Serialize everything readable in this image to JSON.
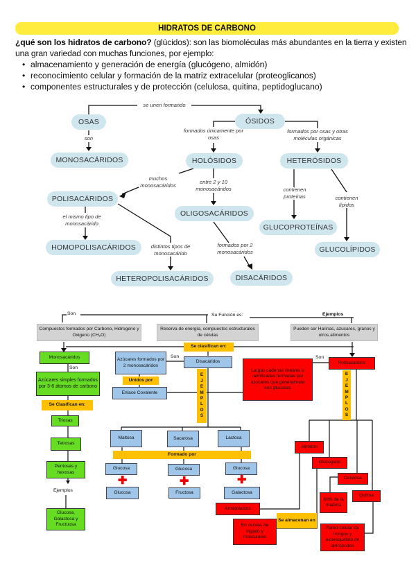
{
  "header": {
    "title": "HIDRATOS DE CARBONO"
  },
  "intro": {
    "question": "¿qué son los hidratos de carbono?",
    "line1_rest": " (glúcidos): son las biomoléculas más abundantes en la tierra y existen",
    "line2": "una gran variedad con muchas funciones, por ejemplo:",
    "bullets": [
      "almacenamiento y generación de energía (glucógeno, almidón)",
      "reconocimiento celular y formación de la matriz extracelular (proteoglicanos)",
      "componentes estructurales y de protección (celulosa, quitina, peptidoglucano)"
    ]
  },
  "concept_map": {
    "nodes": {
      "osas": "OSAS",
      "osidos": "ÓSIDOS",
      "monosacaridos": "MONOSACÁRIDOS",
      "holosidos": "HOLÓSIDOS",
      "heterosidos": "HETERÓSIDOS",
      "polisacaridos": "POLISACÁRIDOS",
      "oligosacaridos": "OLIGOSACÁRIDOS",
      "glucoproteinas": "GLUCOPROTEÍNAS",
      "glucolipidos": "GLUCOLÍPIDOS",
      "homopolisacaridos": "HOMOPOLISACÁRIDOS",
      "heteropolisacaridos": "HETEROPOLISACÁRIDOS",
      "disacaridos": "DISACÁRIDOS"
    },
    "labels": {
      "se_unen": "se unen formando",
      "son": "son",
      "unicamente": "formados únicamente por osas",
      "otras": "formados por osas y otras moléculas orgánicas",
      "muchos": "muchos monosacáridos",
      "entre": "entre 2 y 10 monosacáridos",
      "proteinas": "contienen proteínas",
      "lipidos": "contienen lípidos",
      "mismo": "el mismo tipo de monosacárido",
      "distintos": "distintos tipos de monosacárido",
      "por2": "formados por 2 monosacáridos"
    }
  },
  "diagram": {
    "son_top": "Son",
    "funcion": "Su Función es:",
    "ejemplos_top": "Ejemplos",
    "compuestos": "Compuestos formados por Carbono, Hidrogeno y Oxigeno (CH₂O)",
    "reserva": "Reserva de energía, compuestos estructurales de células",
    "pueden": "Pueden ser Harinas, azucares, granos y otros alimentos",
    "se_clasifican": "Se clasifican en:",
    "mono": {
      "title": "Monosacáridos",
      "son": "Son",
      "def": "Azúcares simples formados por 3-6 átomos de carbono",
      "clasif": "Se Clasifican en:",
      "items": [
        "Triosas",
        "Tetrosas",
        "Pentosas y hexosas"
      ],
      "ejemplos": "Ejemplos",
      "ejemplo_val": "Glucosa, Galactosa y Fructuosa"
    },
    "di": {
      "def": "Azúcares formados por 2 monosacáridos",
      "son": "Son",
      "title": "Disacáridos",
      "unidos": "Unidos por",
      "enlace": "Enlace Covalente",
      "ejemplos": "EJEMPLOS",
      "examples": [
        "Maltosa",
        "Sacarosa",
        "Lactosa"
      ],
      "formado": "Formado por",
      "first": [
        "Glucosa",
        "Glucosa",
        "Glucosa"
      ],
      "second": [
        "Glucosa",
        "Fructosa",
        "Galactosa"
      ]
    },
    "poli": {
      "def": "Largas cadenas lineales o ramificadas formadas por azucares que generalmete son glucosas",
      "son": "Son",
      "title": "Polisacáridos",
      "ejemplos": "EJEMPLOS",
      "almidon": "Almidón",
      "glucogeno": "Glucogeno",
      "celulosa": "Celulosa",
      "madera": "60% de la madera",
      "quitina": "Quitina",
      "amiloplastos": "Amiloplastos",
      "almacenan": "Se almacenan en",
      "celulas": "En celulas de higado y musculares",
      "pared": "Pared celular de hongos y exoesqueleto de antropodos"
    }
  },
  "colors": {
    "title_bar": "#ffec3d",
    "node": "#cfe6ee",
    "green": "#66dd22",
    "blue": "#9fc5e8",
    "red": "#ff0000",
    "yellow": "#ffc000",
    "gray": "#d3d3d3"
  }
}
